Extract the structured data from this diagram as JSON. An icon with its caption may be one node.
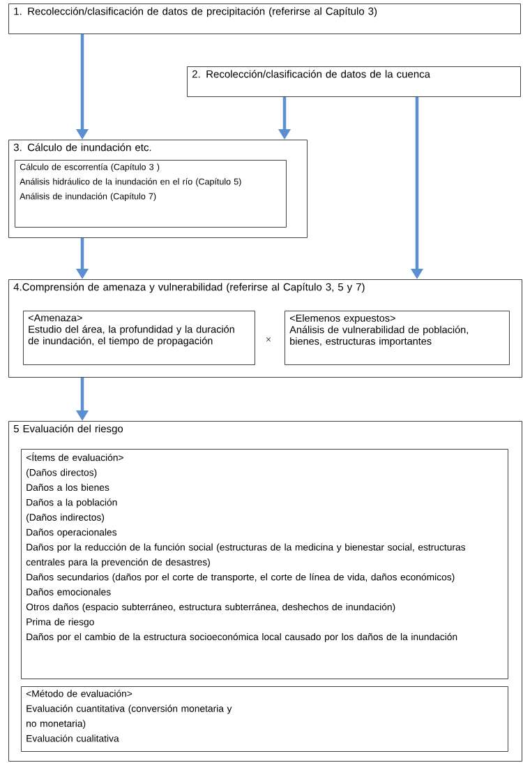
{
  "diagram": {
    "nodes": [
      {
        "text": [
          "1. Recolección/clasificación de datos de precipitación (referirse al Capítulo 3)"
        ]
      },
      {
        "text": [
          "2. Recolección/clasificación de datos de la cuenca"
        ]
      },
      {
        "text": [
          "3. Cálculo de inundación etc."
        ]
      },
      {
        "text": [
          "Cálculo de escorrentía (Capítulo 3 )",
          "Análisis hidráulico de la inundación en el río (Capítulo 5)",
          "Análisis de inundación (Capítulo 7)"
        ],
        "in": 2
      },
      {
        "text": [
          "4.Comprensión de amenaza y vulnerabilidad (referirse al Capítulo 3, 5 y 7)"
        ]
      },
      {
        "text": [
          "<Amenaza>",
          "Estudio del área, la profundidad y la duración de inundación, el tiempo de propagación"
        ],
        "in": 4
      },
      {
        "text": [
          "<Elemenos expuestos>",
          "Análisis de vulnerabilidad de población, bienes, estructuras importantes"
        ],
        "in": 4
      },
      {
        "text": [
          "5 Evaluación del riesgo"
        ]
      },
      {
        "text": [
          "<Ítems de evaluación>",
          "(Daños directos)",
          "Daños a los bienes",
          "Daños a la población",
          "(Daños indirectos)",
          "Daños operacionales",
          "Daños por la reducción de la función social (estructuras de la medicina y bienestar social, estructuras centrales para la prevención de desastres)",
          "Daños secundarios (daños por el corte de transporte, el corte de línea de vida, daños económicos)",
          "Daños emocionales",
          "Otros daños (espacio subterráneo, estructura subterránea, deshechos de inundación)",
          "Prima de riesgo",
          "Daños por el cambio de la estructura socioeconómica local causado por los daños de la inundación"
        ],
        "in": 7
      },
      {
        "text": [
          "<Método de evaluación>",
          "Evaluación cuantitativa (conversión monetaria y no monetaria)",
          "Evaluación cualitativa"
        ],
        "in": 7
      }
    ],
    "edges": [
      {
        "from": 0,
        "to": 2,
        "arrow": "to"
      },
      {
        "from": 1,
        "to": 2,
        "arrow": "to"
      },
      {
        "from": 1,
        "to": 4,
        "arrow": "to"
      },
      {
        "from": 2,
        "to": 4,
        "arrow": "to"
      },
      {
        "from": 4,
        "to": 7,
        "arrow": "to"
      }
    ],
    "labels": [
      "×"
    ]
  }
}
